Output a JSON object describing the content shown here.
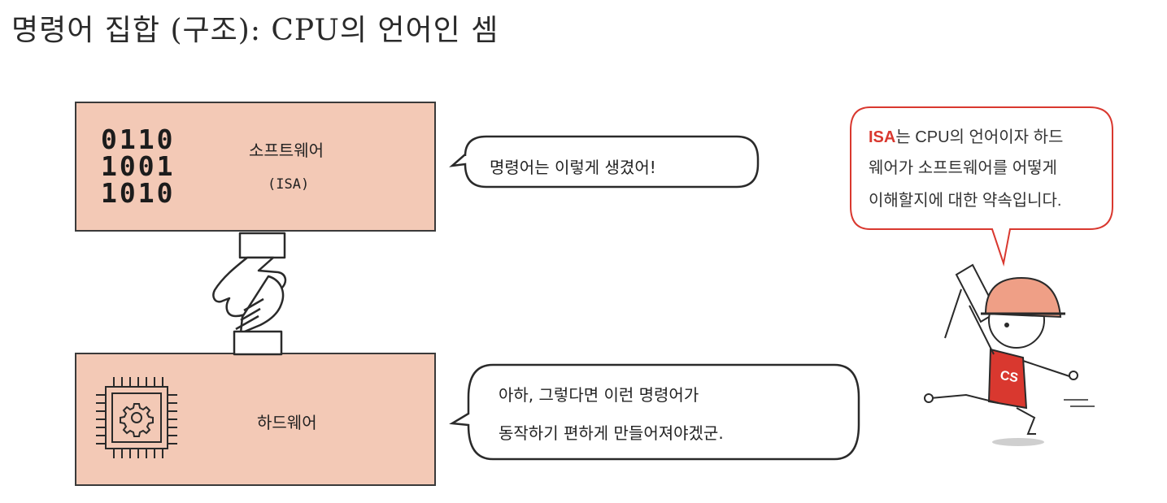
{
  "title": "명령어 집합 (구조): CPU의 언어인 셈",
  "software_box": {
    "binary": [
      "0110",
      "1001",
      "1010"
    ],
    "label": "소프트웨어",
    "sublabel": "(ISA)"
  },
  "hardware_box": {
    "label": "하드웨어"
  },
  "bubble_top": "명령어는 이렇게 생겼어!",
  "bubble_bottom": {
    "line1": "아하, 그렇다면 이런 명령어가",
    "line2": "동작하기 편하게 만들어져야겠군."
  },
  "character_bubble": {
    "highlight": "ISA",
    "line1_rest": "는 CPU의 언어이자 하드",
    "line2": "웨어가 소프트웨어를 어떻게",
    "line3": "이해할지에 대한 약속입니다."
  },
  "character": {
    "shirt_label": "CS"
  },
  "colors": {
    "box_fill": "#f3c9b6",
    "accent_red": "#d9382f",
    "outline": "#3a3a3a"
  }
}
